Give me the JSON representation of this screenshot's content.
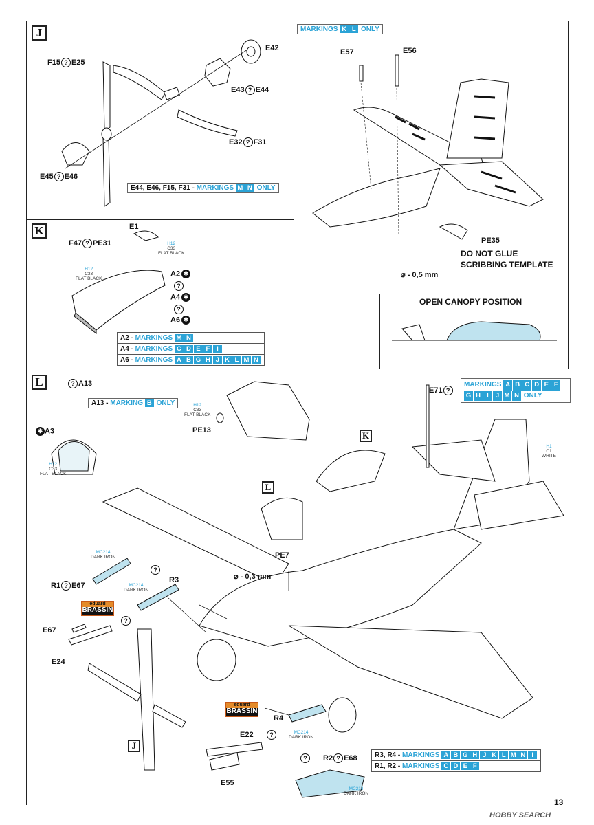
{
  "section_j": {
    "tag": "J",
    "labels": {
      "f15_e25": [
        "F15",
        "E25"
      ],
      "e42": "E42",
      "e43_e44": [
        "E43",
        "E44"
      ],
      "e32_f31": [
        "E32",
        "F31"
      ],
      "e45_e46": [
        "E45",
        "E46"
      ]
    },
    "markings_note": {
      "parts": "E44, E46, F15, F31 - ",
      "text": "MARKINGS",
      "letters": [
        "M",
        "N"
      ],
      "suffix": "ONLY"
    }
  },
  "section_tail": {
    "markings": {
      "text": "MARKINGS",
      "letters": [
        "K",
        "L"
      ],
      "suffix": "ONLY"
    },
    "e57": "E57",
    "e56": "E56",
    "pe35": "PE35",
    "note_line1": "DO NOT GLUE",
    "note_line2": "SCRIBBING TEMPLATE",
    "drill": "- 0,5 mm",
    "drill_symbol": "⌀"
  },
  "open_canopy": {
    "title": "OPEN CANOPY POSITION"
  },
  "section_k": {
    "tag": "K",
    "e1": "E1",
    "f47_pe31": [
      "F47",
      "PE31"
    ],
    "paint": {
      "line1": "H12",
      "line2": "C33",
      "line3": "FLAT BLACK"
    },
    "paint2": {
      "line1": "H12",
      "line2": "C33",
      "line3": "FLAT BLACK"
    },
    "a2": "A2",
    "a4": "A4",
    "a6": "A6",
    "table": [
      {
        "part": "A2 - ",
        "text": "MARKINGS",
        "letters": [
          "M",
          "N"
        ]
      },
      {
        "part": "A4 - ",
        "text": "MARKINGS",
        "letters": [
          "C",
          "D",
          "E",
          "F",
          "I"
        ]
      },
      {
        "part": "A6 - ",
        "text": "MARKINGS",
        "letters": [
          "A",
          "B",
          "G",
          "H",
          "J",
          "K",
          "L",
          "M",
          "N"
        ]
      }
    ]
  },
  "section_l": {
    "tag": "L",
    "a13": "A13",
    "a3": "A3",
    "note": {
      "part": "A13 - ",
      "text": "MARKING",
      "letters": [
        "B"
      ],
      "suffix": "ONLY"
    },
    "paint": {
      "line1": "H12",
      "line2": "C33",
      "line3": "FLAT BLACK"
    }
  },
  "section_pe13": {
    "pe13": "PE13",
    "paint": {
      "line1": "H12",
      "line2": "C33",
      "line3": "FLAT BLACK"
    }
  },
  "main_assembly": {
    "e71": "E71",
    "e71_markings": {
      "text": "MARKINGS",
      "letters": [
        "A",
        "B",
        "C",
        "D",
        "E",
        "F",
        "G",
        "H",
        "I",
        "J",
        "M",
        "N"
      ],
      "suffix": "ONLY"
    },
    "white_paint": {
      "line1": "H1",
      "line2": "C1",
      "line3": "WHITE"
    },
    "k_tag": "K",
    "l_tag": "L",
    "j_tag": "J",
    "pe7": "PE7",
    "drill": "- 0,3 mm",
    "drill_symbol": "⌀",
    "r1_e67": [
      "R1",
      "E67"
    ],
    "r3": "R3",
    "e67": "E67",
    "e24": "E24",
    "r4": "R4",
    "e22": "E22",
    "e55": "E55",
    "r2_e68": [
      "R2",
      "E68"
    ],
    "dark_iron": {
      "line1": "MC214",
      "line2": "DARK IRON"
    },
    "brassin": {
      "top": "eduard",
      "bottom": "BRASSIN"
    },
    "table": [
      {
        "part": "R3, R4 - ",
        "text": "MARKINGS",
        "letters": [
          "A",
          "B",
          "G",
          "H",
          "J",
          "K",
          "L",
          "M",
          "N",
          "I"
        ]
      },
      {
        "part": "R1, R2 - ",
        "text": "MARKINGS",
        "letters": [
          "C",
          "D",
          "E",
          "F"
        ]
      }
    ]
  },
  "page_number": "13",
  "watermark": "HOBBY SEARCH",
  "colors": {
    "accent": "#2ba3d6",
    "ink": "#111111",
    "canopy": "#bfe3ef"
  }
}
